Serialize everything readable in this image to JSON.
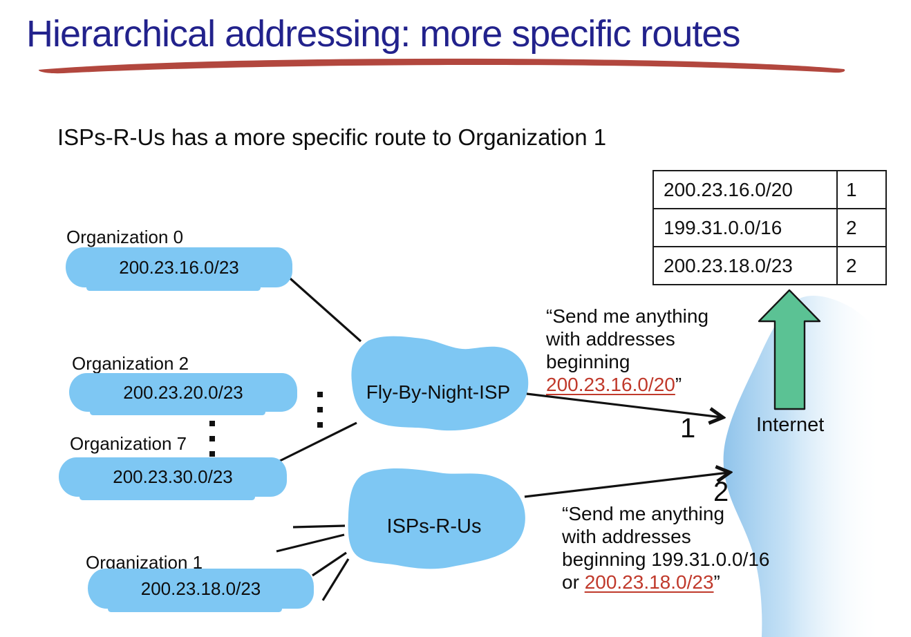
{
  "title": "Hierarchical addressing: more specific routes",
  "subtitle": "ISPs-R-Us has a more specific route to Organization 1",
  "routing_table": {
    "rows": [
      {
        "prefix": "200.23.16.0/20",
        "port": "1"
      },
      {
        "prefix": "199.31.0.0/16",
        "port": "2"
      },
      {
        "prefix": "200.23.18.0/23",
        "port": "2"
      }
    ]
  },
  "organizations": [
    {
      "name": "Organization 0",
      "prefix": "200.23.16.0/23"
    },
    {
      "name": "Organization 2",
      "prefix": "200.23.20.0/23"
    },
    {
      "name": "Organization 7",
      "prefix": "200.23.30.0/23"
    },
    {
      "name": "Organization 1",
      "prefix": "200.23.18.0/23"
    }
  ],
  "isps": {
    "fly_by_night": "Fly-By-Night-ISP",
    "isps_r_us": "ISPs-R-Us"
  },
  "internet_label": "Internet",
  "announcement_fbn": {
    "line1": "“Send me anything",
    "line2": "with addresses",
    "line3": "beginning",
    "highlight": "200.23.16.0/20",
    "closing_quote": "”"
  },
  "announcement_iru": {
    "line1": "“Send me anything",
    "line2": "with addresses",
    "line3": "beginning 199.31.0.0/16",
    "line4_lead": "or ",
    "highlight": "200.23.18.0/23",
    "closing_quote": "”"
  },
  "port_labels": {
    "fbn": "1",
    "iru": "2"
  },
  "colors": {
    "title_navy": "#22228C",
    "underline_swoosh_red": "#B2473E",
    "blob_blue": "#7EC7F3",
    "arrow_green": "#5BC294",
    "highlight_red": "#C0392B"
  }
}
